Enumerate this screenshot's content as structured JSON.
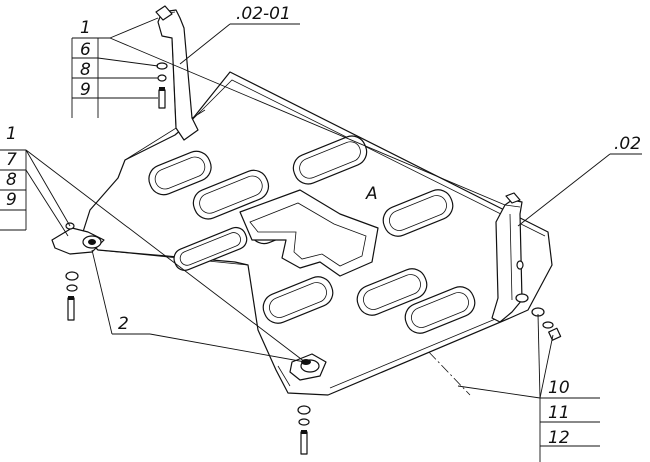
{
  "callouts": {
    "top_left_stack": [
      "1",
      "6",
      "8",
      "9"
    ],
    "left_stack": [
      "1",
      "7",
      "8",
      "9"
    ],
    "bottom_right_stack": [
      "10",
      "11",
      "12"
    ],
    "bracket_top": ".02-01",
    "bracket_right": ".02",
    "fastener_center": "2",
    "plate_marking": "A"
  }
}
